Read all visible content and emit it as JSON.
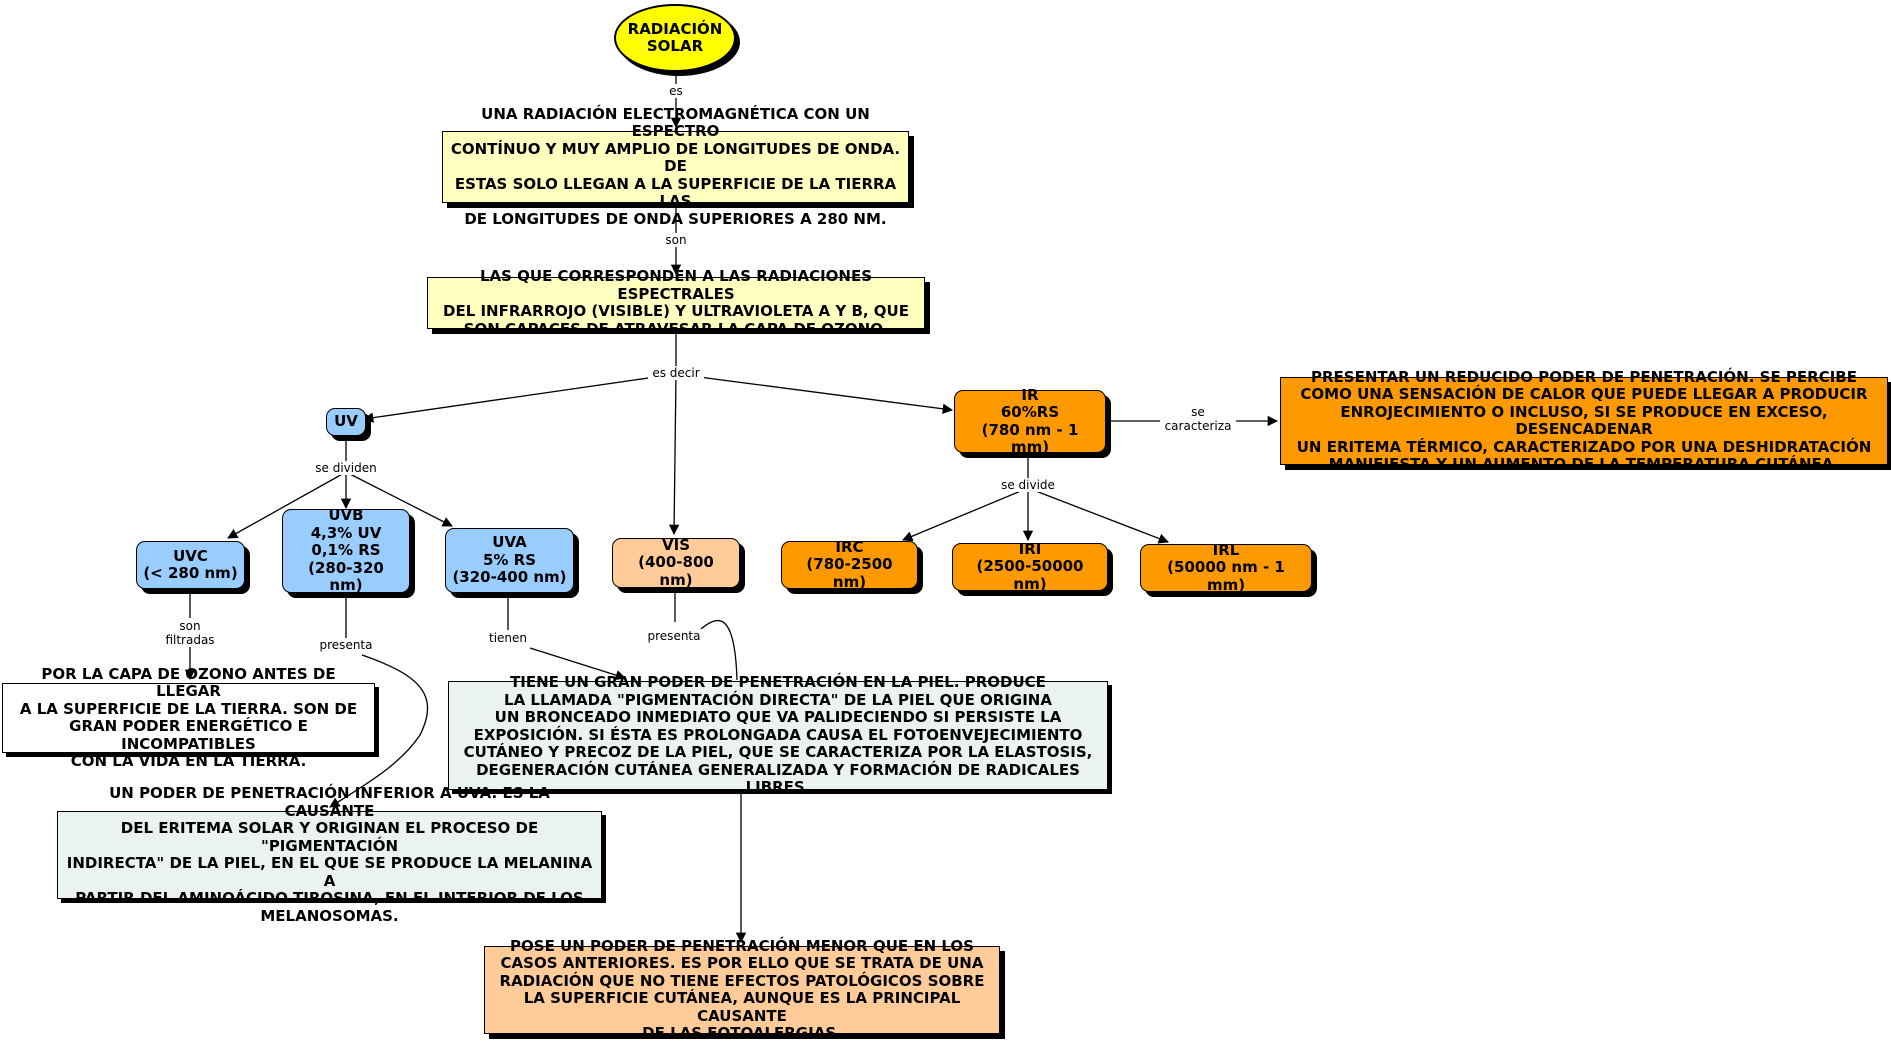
{
  "nodes": {
    "radiacion": "RADIACIÓN\nSOLAR",
    "definicion": "UNA RADIACIÓN ELECTROMAGNÉTICA CON UN ESPECTRO\nCONTÍNUO Y MUY AMPLIO DE LONGITUDES DE ONDA. DE\nESTAS SOLO LLEGAN A LA SUPERFICIE DE LA TIERRA LAS\nDE LONGITUDES DE ONDA SUPERIORES A 280 NM.",
    "espectrales": "LAS QUE CORRESPONDEN A LAS RADIACIONES ESPECTRALES\nDEL INFRARROJO (VISIBLE) Y ULTRAVIOLETA A Y B, QUE\nSON CAPACES DE ATRAVESAR LA CAPA DE OZONO.",
    "uv": "UV",
    "ir": "IR\n60%RS\n(780 nm - 1 mm)",
    "ir_desc": "PRESENTAR UN REDUCIDO PODER DE PENETRACIÓN. SE PERCIBE\nCOMO UNA SENSACIÓN DE CALOR QUE PUEDE LLEGAR A PRODUCIR\nENROJECIMIENTO O INCLUSO, SI SE PRODUCE EN EXCESO, DESENCADENAR\nUN ERITEMA TÉRMICO, CARACTERIZADO POR UNA DESHIDRATACIÓN\nMANIFIESTA Y UN AUMENTO DE LA TEMPERATURA CUTÁNEA.",
    "uvc": "UVC\n(< 280 nm)",
    "uvb": "UVB\n4,3% UV\n0,1% RS\n(280-320 nm)",
    "uva": "UVA\n5% RS\n(320-400 nm)",
    "vis": "VIS\n(400-800 nm)",
    "irc": "IRC\n(780-2500 nm)",
    "iri": "IRI\n(2500-50000 nm)",
    "irl": "IRL\n(50000 nm - 1 mm)",
    "uvc_desc": "POR LA CAPA DE OZONO ANTES DE LLEGAR\nA LA SUPERFICIE DE LA TIERRA. SON DE\nGRAN PODER ENERGÉTICO E INCOMPATIBLES\nCON LA VIDA EN LA TIERRA.",
    "uva_desc": "TIENE UN GRAN PODER DE PENETRACIÓN EN LA PIEL. PRODUCE\nLA LLAMADA \"PIGMENTACIÓN DIRECTA\" DE LA PIEL QUE ORIGINA\nUN BRONCEADO INMEDIATO QUE VA PALIDECIENDO SI PERSISTE LA\nEXPOSICIÓN. SI ÉSTA ES PROLONGADA CAUSA EL FOTOENVEJECIMIENTO\nCUTÁNEO Y PRECOZ DE LA PIEL, QUE SE CARACTERIZA POR LA ELASTOSIS,\nDEGENERACIÓN CUTÁNEA GENERALIZADA Y FORMACIÓN DE RADICALES LIBRES.",
    "uvb_desc": "UN PODER DE PENETRACIÓN INFERIOR A UVA. ES LA CAUSANTE\nDEL ERITEMA SOLAR Y ORIGINAN EL PROCESO DE \"PIGMENTACIÓN\nINDIRECTA\" DE LA PIEL, EN EL QUE SE PRODUCE LA MELANINA A\nPARTIR DEL AMINOÁCIDO TIROSINA, EN EL INTERIOR DE LOS\nMELANOSOMAS.",
    "vis_desc": "POSE UN PODER DE PENETRACIÓN MENOR QUE EN LOS\nCASOS ANTERIORES. ES POR ELLO QUE SE TRATA DE UNA\nRADIACIÓN QUE NO TIENE EFECTOS PATOLÓGICOS SOBRE\nLA SUPERFICIE CUTÁNEA, AUNQUE ES LA PRINCIPAL CAUSANTE\nDE LAS FOTOALERGIAS."
  },
  "links": {
    "es": "es",
    "son": "son",
    "es_decir": "es decir",
    "se_dividen": "se dividen",
    "se_caracteriza": "se\ncaracteriza",
    "se_divide": "se divide",
    "son_filtradas": "son\nfiltradas",
    "presenta_uvb": "presenta",
    "tienen": "tienen",
    "presenta_vis": "presenta"
  },
  "colors": {
    "ellipse": "#ffff00",
    "pale_yellow": "#ffffbf",
    "blue": "#99ccff",
    "orange": "#ff9900",
    "peach": "#ffcc99",
    "grey_green": "#eaf2f2"
  }
}
